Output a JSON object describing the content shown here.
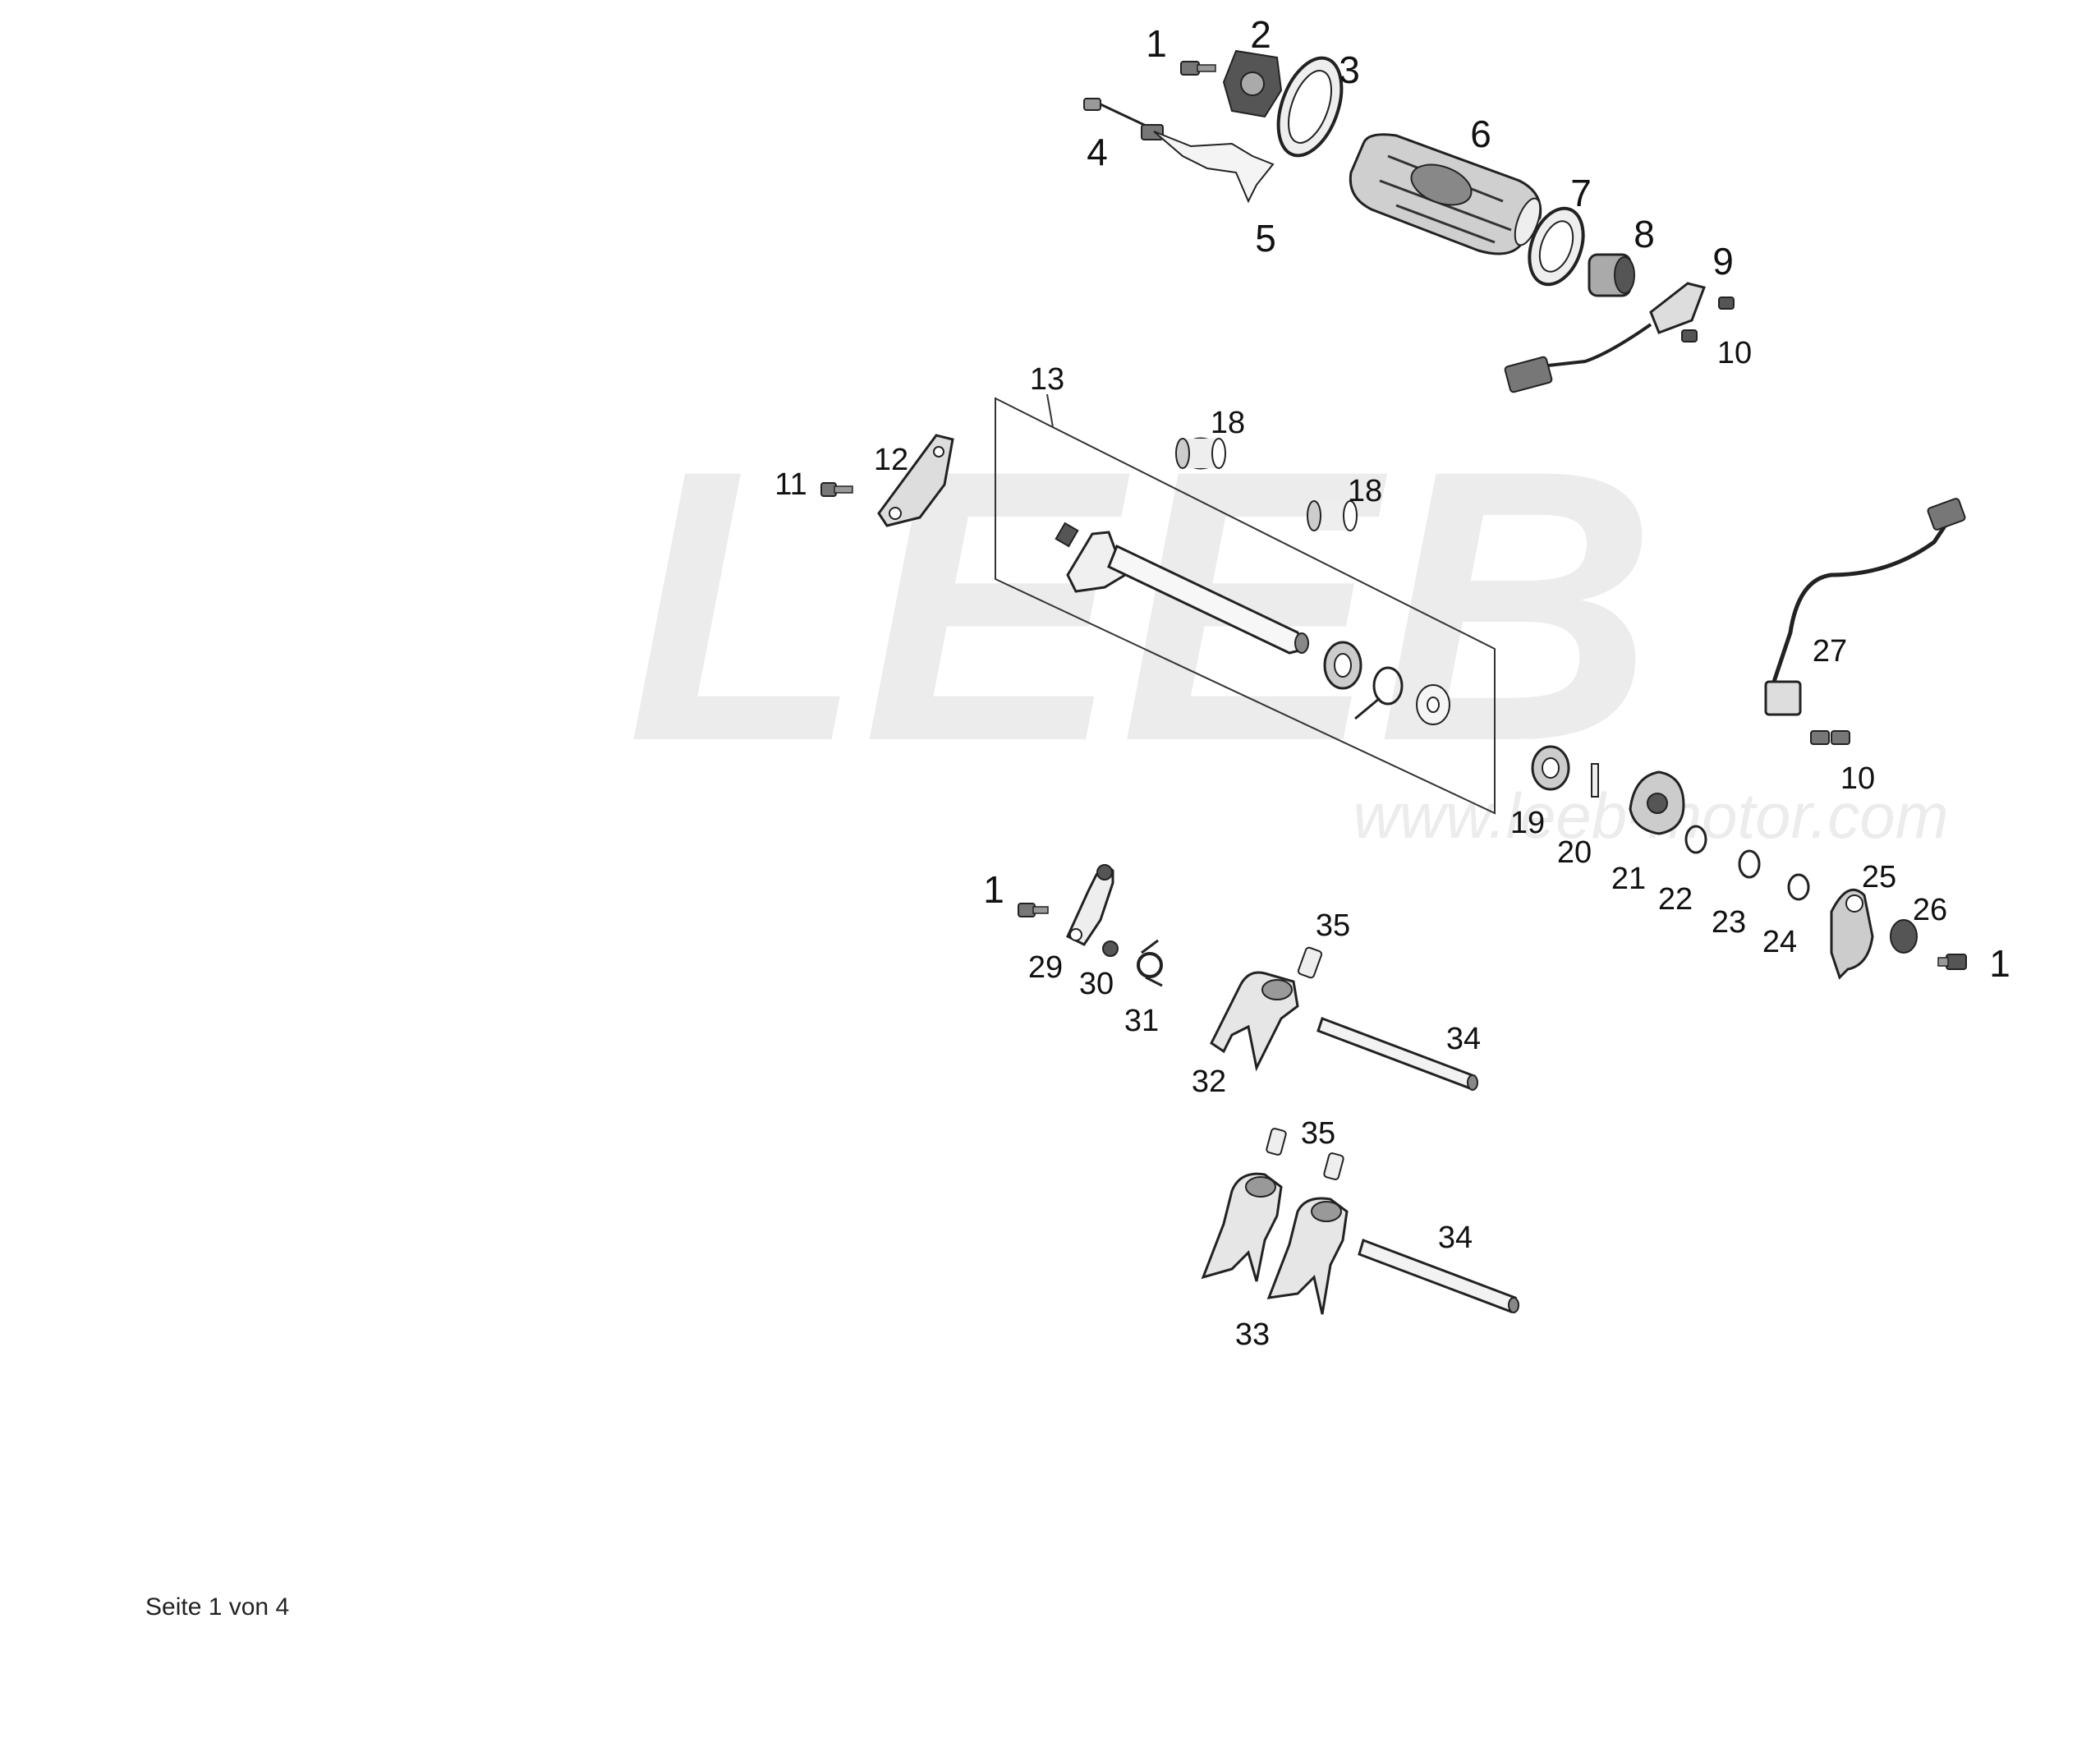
{
  "watermark": {
    "brand": "LEEB",
    "url": "www.leeb-motor.com",
    "color": "#ececec"
  },
  "diagram": {
    "callouts": [
      "1",
      "2",
      "3",
      "4",
      "5",
      "6",
      "7",
      "8",
      "9",
      "10",
      "11",
      "12",
      "13",
      "18",
      "18",
      "19",
      "20",
      "21",
      "22",
      "23",
      "24",
      "25",
      "26",
      "27",
      "10",
      "1",
      "29",
      "30",
      "31",
      "32",
      "33",
      "34",
      "34",
      "35",
      "35",
      "1"
    ],
    "part_icons": [
      "bolt",
      "star-washer",
      "seal-ring",
      "bolt",
      "bracket",
      "shift-drum",
      "bearing",
      "bushing",
      "sensor",
      "bolt",
      "bolt",
      "bracket",
      "shift-shaft",
      "bushing",
      "bushing",
      "seal",
      "pin",
      "shift-segment",
      "washer",
      "washer",
      "washer",
      "lever",
      "nut",
      "sensor-cable",
      "bolt",
      "bolt",
      "lever-arm",
      "washer",
      "spring",
      "shift-fork",
      "shift-fork",
      "rod",
      "rod",
      "pin",
      "pin",
      "bolt"
    ]
  },
  "footer": {
    "page_label": "Seite 1 von 4"
  },
  "colors": {
    "line": "#333333",
    "fill_light": "#f2f2f2",
    "fill_mid": "#bdbdbd",
    "fill_dark": "#555555"
  }
}
